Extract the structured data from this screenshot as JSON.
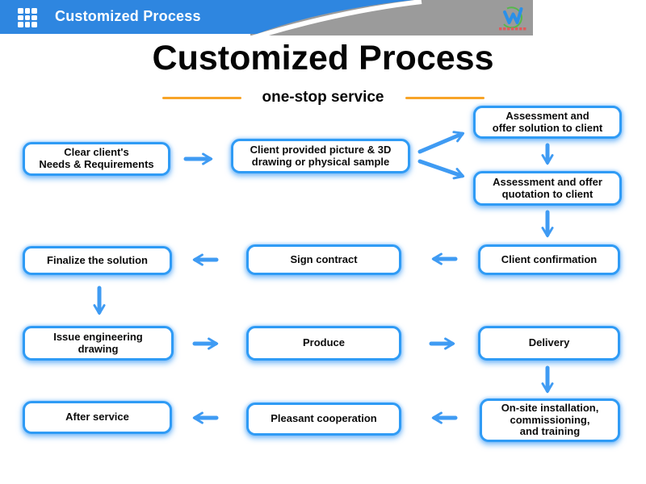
{
  "colors": {
    "header_blue": "#2e86e0",
    "header_gray": "#9b9b9b",
    "accent_blue": "#2f9bf5",
    "arrow_blue": "#3f9bf3",
    "orange": "#f7a428"
  },
  "icons": {
    "header_grid": "grid-icon",
    "brand": "company-logo"
  },
  "header": {
    "title": "Customized Process"
  },
  "title": "Customized Process",
  "subtitle": "one-stop service",
  "flow": {
    "boxes": [
      {
        "label": "Clear client's\nNeeds & Requirements"
      },
      {
        "label": "Client provided picture & 3D\ndrawing or physical sample"
      },
      {
        "label": "Assessment and\noffer solution to client"
      },
      {
        "label": "Assessment and offer\nquotation to client"
      },
      {
        "label": "Client confirmation"
      },
      {
        "label": "Sign contract"
      },
      {
        "label": "Finalize the solution"
      },
      {
        "label": "Issue engineering\ndrawing"
      },
      {
        "label": "Produce"
      },
      {
        "label": "Delivery"
      },
      {
        "label": "On-site installation,\ncommissioning,\nand training"
      },
      {
        "label": "Pleasant cooperation"
      },
      {
        "label": "After service"
      }
    ]
  }
}
